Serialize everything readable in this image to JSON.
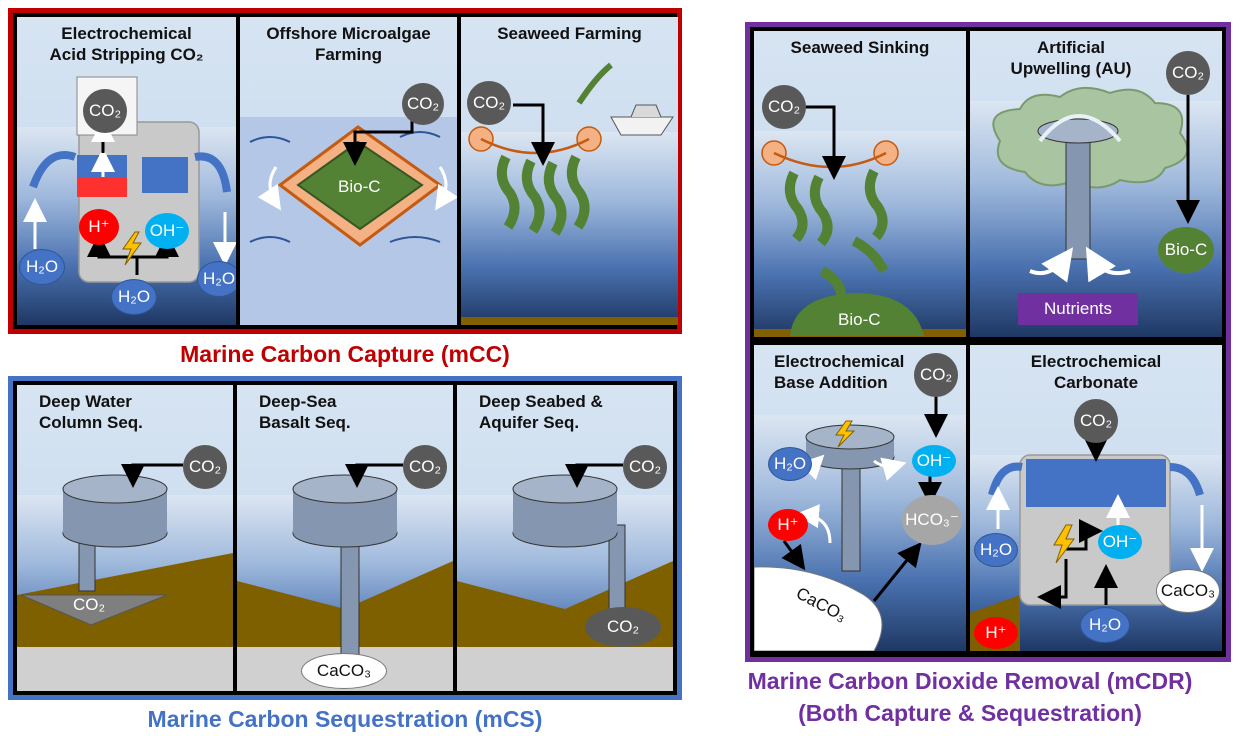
{
  "groups": {
    "mcc": {
      "title": "Marine Carbon Capture (mCC)",
      "color": "#c00000"
    },
    "mcs": {
      "title": "Marine Carbon Sequestration (mCS)",
      "color": "#4472c4"
    },
    "mcdr": {
      "title": "Marine Carbon Dioxide Removal (mCDR)",
      "subtitle": "(Both Capture & Sequestration)",
      "color": "#7030a0"
    }
  },
  "panels": {
    "acid_stripping": {
      "title": "Electrochemical\nAcid Stripping CO₂",
      "co2": "CO₂",
      "h_plus": "H⁺",
      "oh_minus": "OH⁻",
      "h2o_left": "H₂O",
      "h2o_right": "H₂O",
      "h2o_bottom": "H₂O"
    },
    "microalgae": {
      "title": "Offshore Microalgae\nFarming",
      "co2": "CO₂",
      "bio_c": "Bio-C"
    },
    "seaweed_farming": {
      "title": "Seaweed Farming",
      "co2": "CO₂"
    },
    "deep_water": {
      "title": "Deep Water\nColumn Seq.",
      "co2_in": "CO₂",
      "co2_store": "CO₂"
    },
    "basalt": {
      "title": "Deep-Sea\nBasalt Seq.",
      "co2_in": "CO₂",
      "caco3": "CaCO₃"
    },
    "aquifer": {
      "title": "Deep Seabed &\nAquifer Seq.",
      "co2_in": "CO₂",
      "co2_store": "CO₂"
    },
    "seaweed_sinking": {
      "title": "Seaweed Sinking",
      "co2": "CO₂",
      "bio_c": "Bio-C"
    },
    "upwelling": {
      "title": "Artificial\nUpwelling (AU)",
      "co2": "CO₂",
      "bio_c": "Bio-C",
      "nutrients": "Nutrients"
    },
    "base_addition": {
      "title": "Electrochemical\nBase Addition",
      "co2": "CO₂",
      "h2o": "H₂O",
      "oh_minus": "OH⁻",
      "h_plus": "H⁺",
      "hco3": "HCO₃⁻",
      "caco3": "CaCO₃"
    },
    "carbonate": {
      "title": "Electrochemical\nCarbonate",
      "co2": "CO₂",
      "h2o_left": "H₂O",
      "oh_minus": "OH⁻",
      "h_plus": "H⁺",
      "h2o_bottom": "H₂O",
      "caco3": "CaCO₃"
    }
  }
}
